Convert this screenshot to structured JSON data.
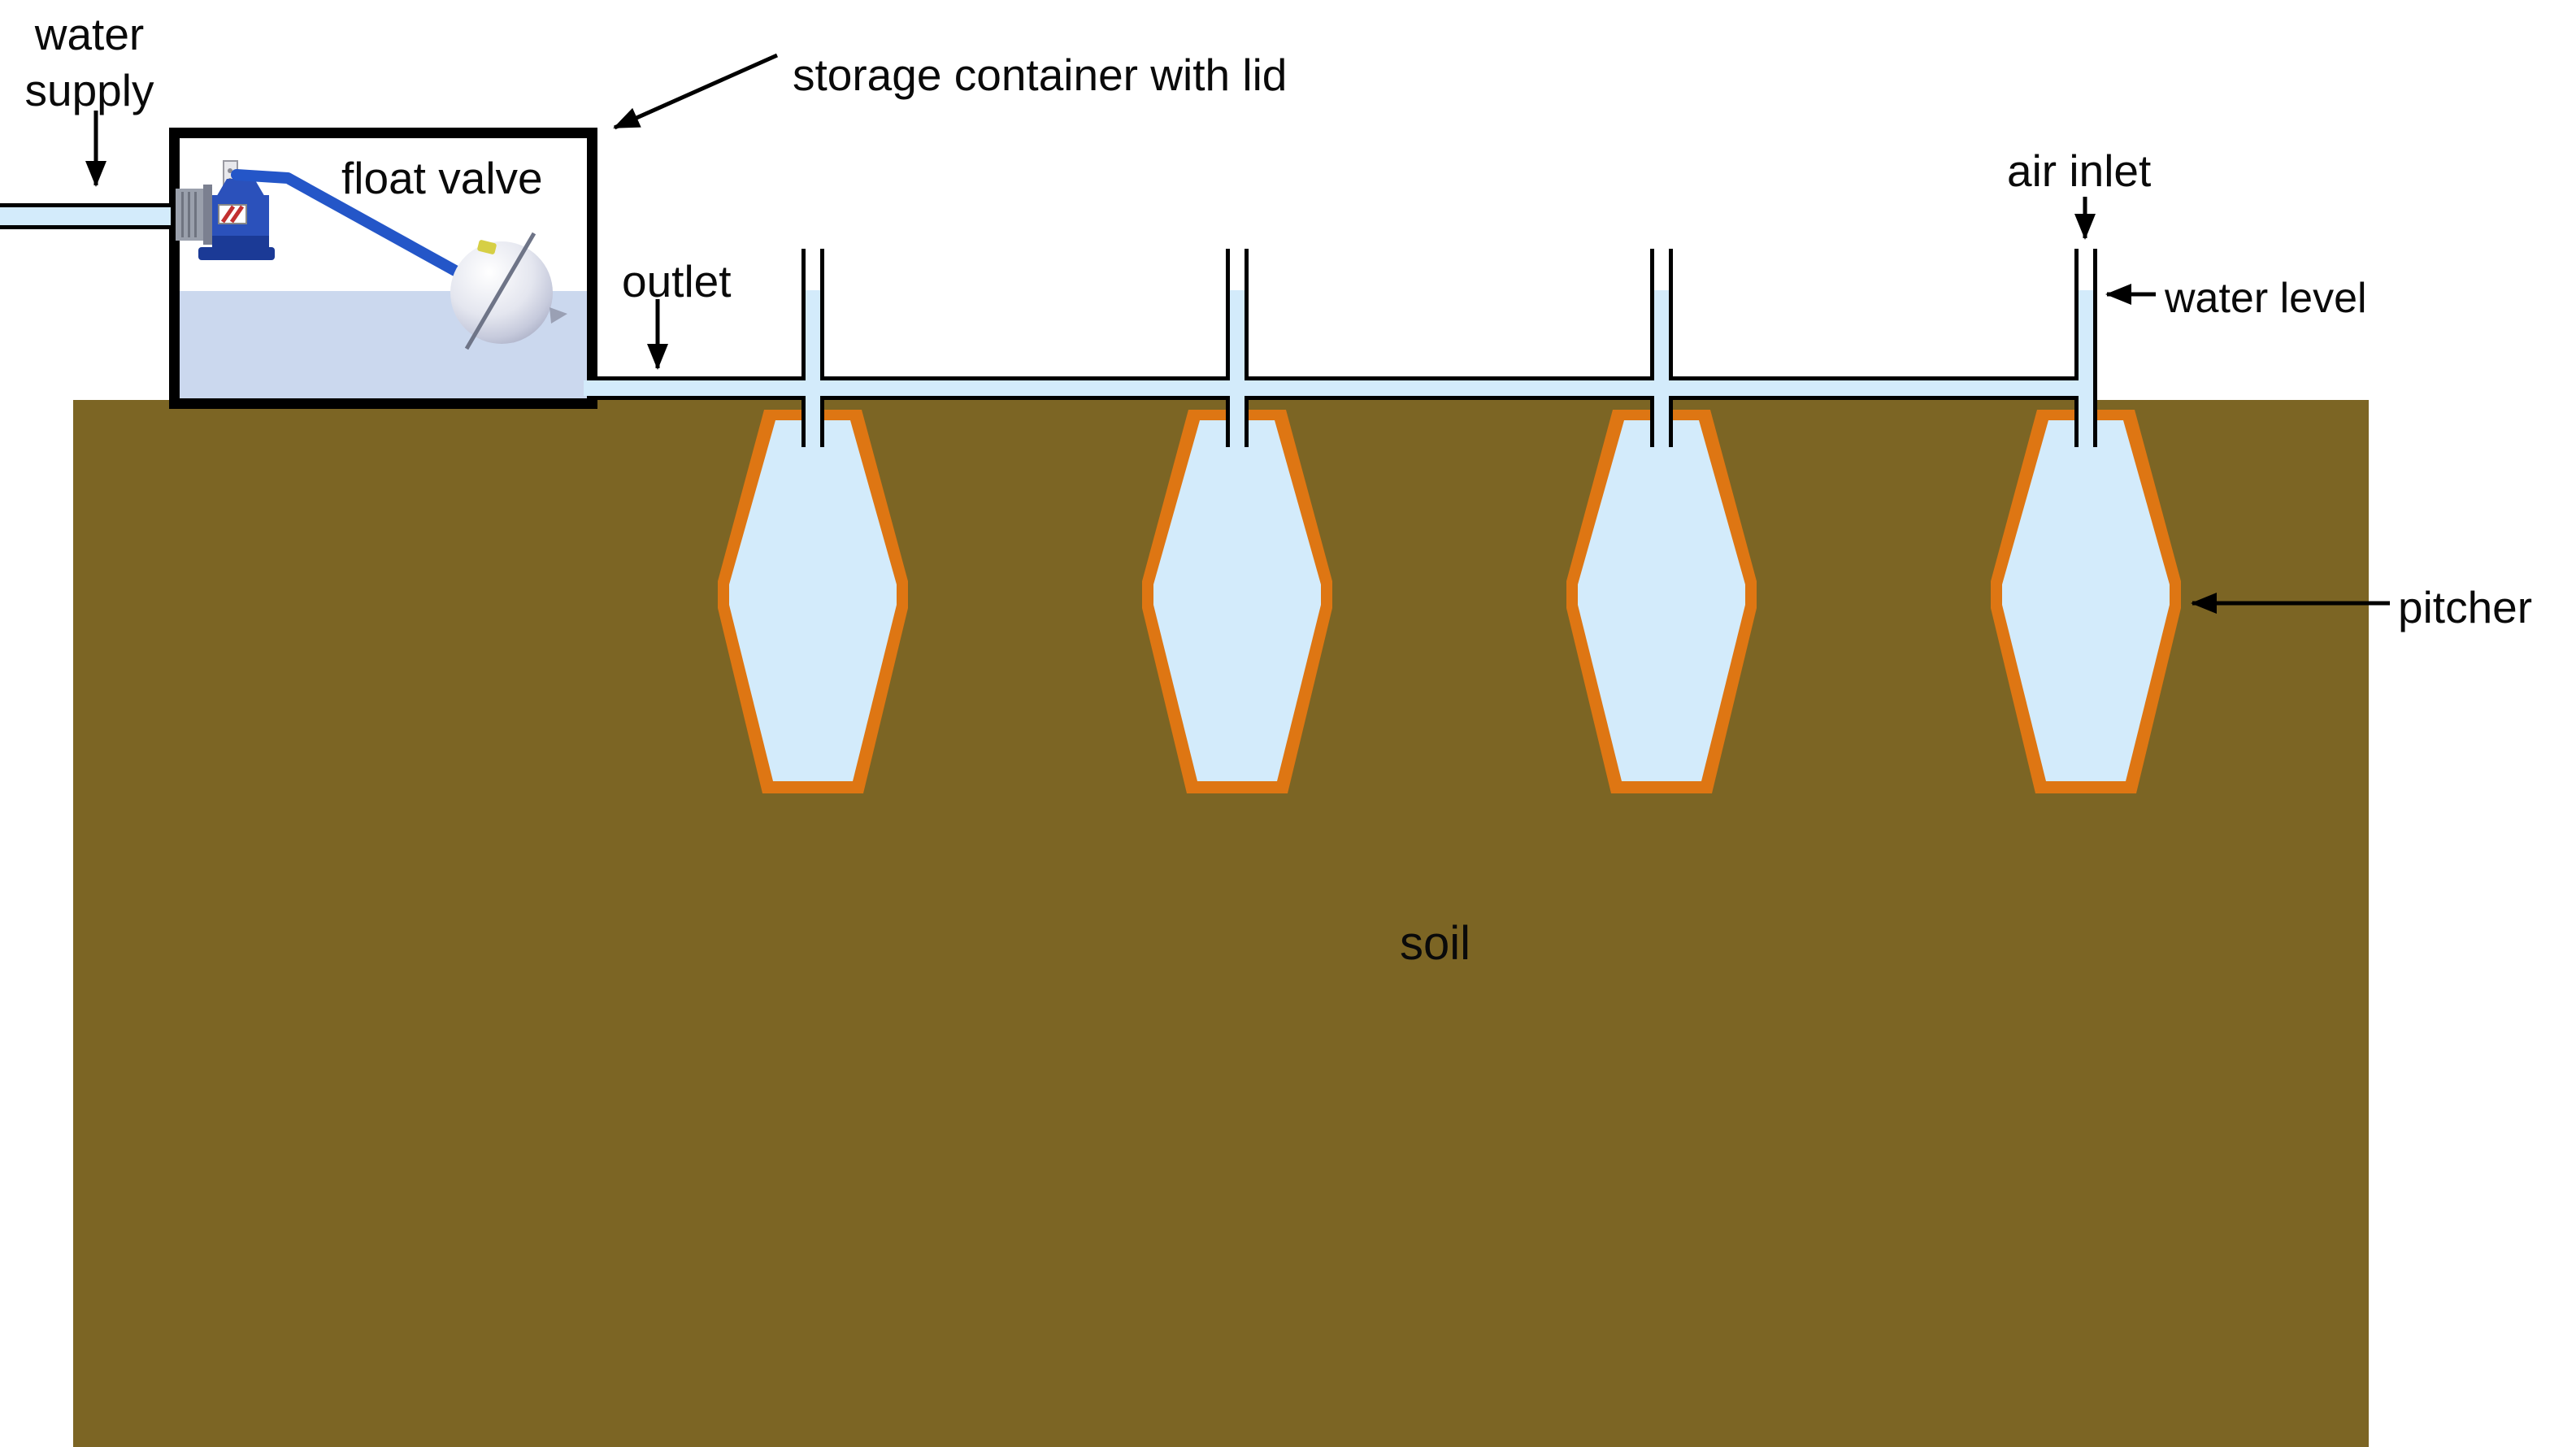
{
  "labels": {
    "water_supply_line1": "water",
    "water_supply_line2": "supply",
    "storage_container": "storage container with lid",
    "float_valve": "float valve",
    "outlet": "outlet",
    "air_inlet": "air inlet",
    "water_level": "water level",
    "pitcher": "pitcher",
    "soil": "soil"
  },
  "scene": {
    "pitcher_count": 4,
    "air_inlet_pipe_count": 4
  },
  "colors": {
    "background": "#FFFFFF",
    "outline": "#000000",
    "soil": "#7C6524",
    "pitcher_wall": "#DE7613",
    "pipe_water": "#D3EBFB",
    "container_water": "#CBD8EE",
    "valve_blue": "#2B51BB",
    "valve_blue_dark": "#1B3A96",
    "arm_blue": "#2456C8"
  }
}
